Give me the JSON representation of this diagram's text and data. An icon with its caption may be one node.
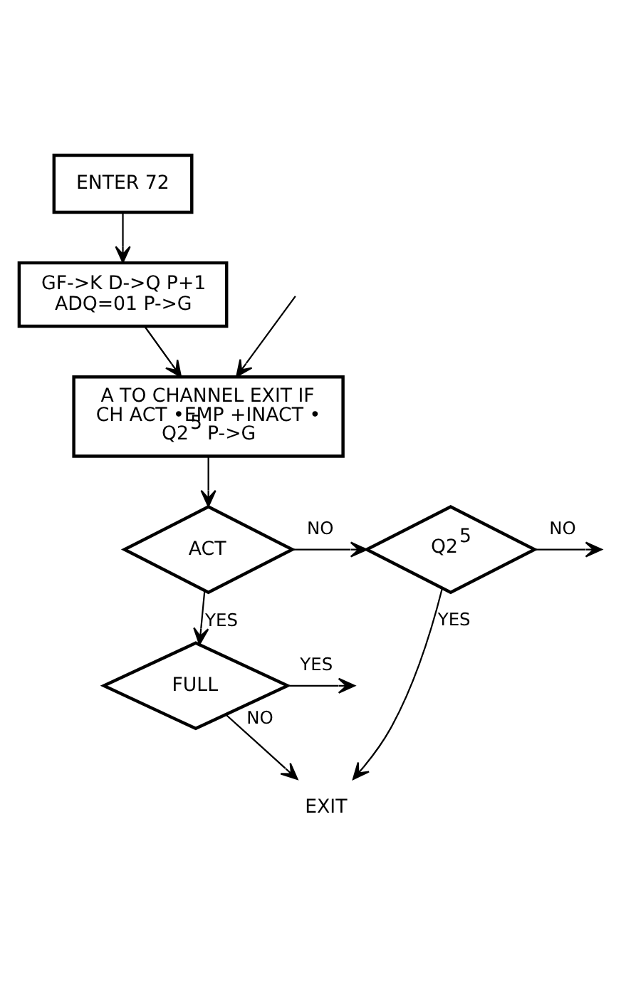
{
  "diagram": {
    "nodes": [
      {
        "text": [
          "ENTER 72"
        ]
      },
      {
        "text": [
          "GF->K D->Q P+1 ADQ=01 P->G"
        ]
      },
      {
        "text": [
          "A TO CHANNEL EXIT IF CH ACT •EMP +INACT • Q2$^{5}$ P->G"
        ]
      },
      {
        "text": [
          "ACT"
        ]
      },
      {
        "text": [
          "Q2$^{5}$"
        ]
      },
      {
        "text": [
          "FULL"
        ]
      },
      {
        "text": [
          "EXIT"
        ]
      }
    ],
    "edges": [
      {
        "from": 0,
        "to": 1,
        "arrow": "to"
      },
      {
        "from": 1,
        "to": 2,
        "arrow": "to"
      },
      {
        "from": null,
        "to": 2,
        "arrow": "to"
      },
      {
        "from": 2,
        "to": 3,
        "arrow": "to"
      },
      {
        "from": 3,
        "to": 4,
        "label": "NO",
        "arrow": "to"
      },
      {
        "from": 4,
        "to": null,
        "label": "NO",
        "arrow": "to"
      },
      {
        "from": 3,
        "to": 5,
        "label": "YES",
        "arrow": "to"
      },
      {
        "from": 5,
        "to": null,
        "label": "YES",
        "arrow": "to"
      },
      {
        "from": 4,
        "to": 6,
        "label": "YES",
        "arrow": "to"
      },
      {
        "from": 5,
        "to": 6,
        "label": "NO",
        "arrow": "to"
      }
    ]
  }
}
